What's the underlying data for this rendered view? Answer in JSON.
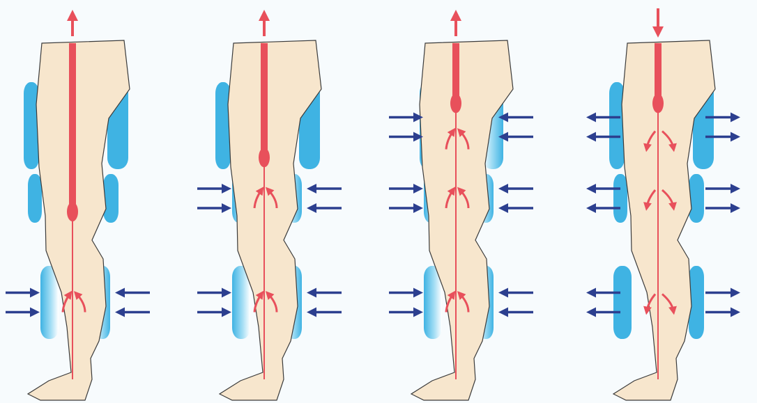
{
  "colors": {
    "background": "#f7fbfd",
    "skin": "#f7e6cd",
    "skin_outline": "#3b3b3b",
    "vessel": "#e8505b",
    "cuff_dark": "#3fb3e3",
    "cuff_light": "#ffffff",
    "pressure_arrow": "#2c3f8f",
    "flow_arrow": "#e8505b"
  },
  "icons": {
    "outward_flow": "arrow-up-icon",
    "inward_flow": "arrow-down-icon",
    "pressure": "arrow-horizontal-icon"
  },
  "stages": [
    {
      "id": "stage-1",
      "bulge_position": 0.52,
      "inflated_cuffs": [
        "lower"
      ],
      "main_flow": "up",
      "pressure_direction": "inward"
    },
    {
      "id": "stage-2",
      "bulge_position": 0.35,
      "inflated_cuffs": [
        "lower",
        "middle"
      ],
      "main_flow": "up",
      "pressure_direction": "inward"
    },
    {
      "id": "stage-3",
      "bulge_position": 0.18,
      "inflated_cuffs": [
        "lower",
        "middle",
        "upper"
      ],
      "main_flow": "up",
      "pressure_direction": "inward"
    },
    {
      "id": "stage-4",
      "bulge_position": 0.18,
      "inflated_cuffs": [],
      "main_flow": "down",
      "pressure_direction": "outward"
    }
  ]
}
